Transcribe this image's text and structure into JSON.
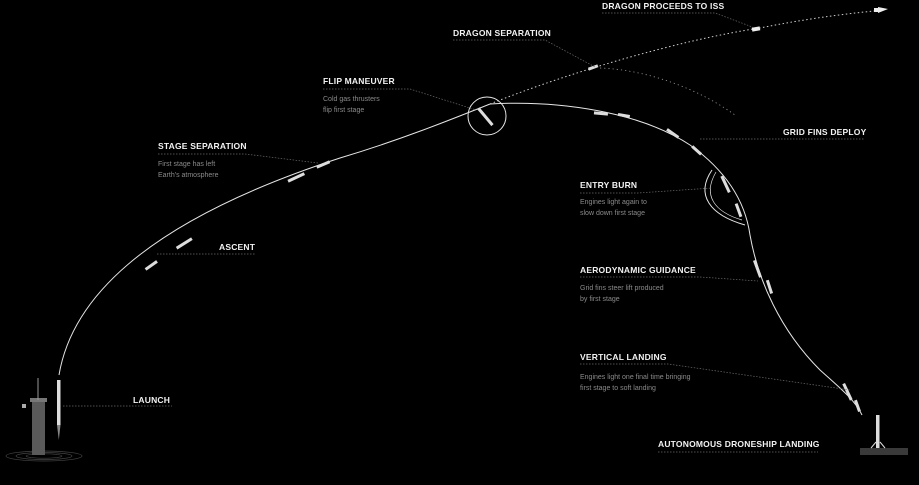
{
  "stages": {
    "launch": {
      "title": "LAUNCH",
      "line1": "",
      "line2": ""
    },
    "ascent": {
      "title": "ASCENT",
      "line1": "",
      "line2": ""
    },
    "stage_sep": {
      "title": "STAGE SEPARATION",
      "line1": "First stage has left",
      "line2": "Earth's atmosphere"
    },
    "flip": {
      "title": "FLIP MANEUVER",
      "line1": "Cold gas thrusters",
      "line2": "flip first stage"
    },
    "dragon_sep": {
      "title": "DRAGON SEPARATION",
      "line1": "",
      "line2": ""
    },
    "dragon_iss": {
      "title": "DRAGON PROCEEDS TO ISS",
      "line1": "",
      "line2": ""
    },
    "grid_fins": {
      "title": "GRID FINS DEPLOY",
      "line1": "",
      "line2": ""
    },
    "entry_burn": {
      "title": "ENTRY BURN",
      "line1": "Engines light again to",
      "line2": "slow down first stage"
    },
    "aero": {
      "title": "AERODYNAMIC GUIDANCE",
      "line1": "Grid fins steer lift produced",
      "line2": "by first stage"
    },
    "vertical": {
      "title": "VERTICAL LANDING",
      "line1": "Engines light one final time bringing",
      "line2": "first stage to soft landing"
    },
    "droneship": {
      "title": "AUTONOMOUS DRONESHIP LANDING",
      "line1": "",
      "line2": ""
    }
  },
  "colors": {
    "background": "#000000",
    "trajectory": "#e6e6e6",
    "leader": "#6a6a6a",
    "description": "#8a8a8a"
  }
}
